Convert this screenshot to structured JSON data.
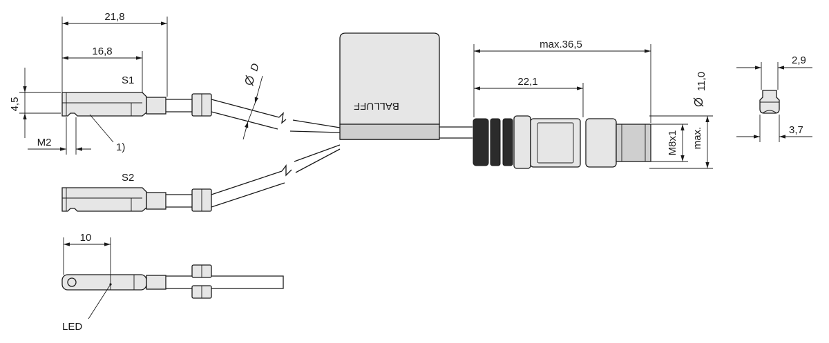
{
  "dimensions": {
    "d_21_8": "21,8",
    "d_16_8": "16,8",
    "d_4_5": "4,5",
    "d_m2": "M2",
    "d_10": "10",
    "d_max36_5": "max.36,5",
    "d_22_1": "22,1",
    "d_m8x1": "M8x1",
    "d_max": "max.",
    "d_11_0": "11,0",
    "d_2_9": "2,9",
    "d_3_7": "3,7",
    "d_diam_D": "D"
  },
  "labels": {
    "sensor_1": "S1",
    "sensor_2": "S2",
    "note_1": "1)",
    "led": "LED",
    "brand": "BALLUFF"
  },
  "icons": {
    "diameter_symbol": "diameter-icon"
  }
}
